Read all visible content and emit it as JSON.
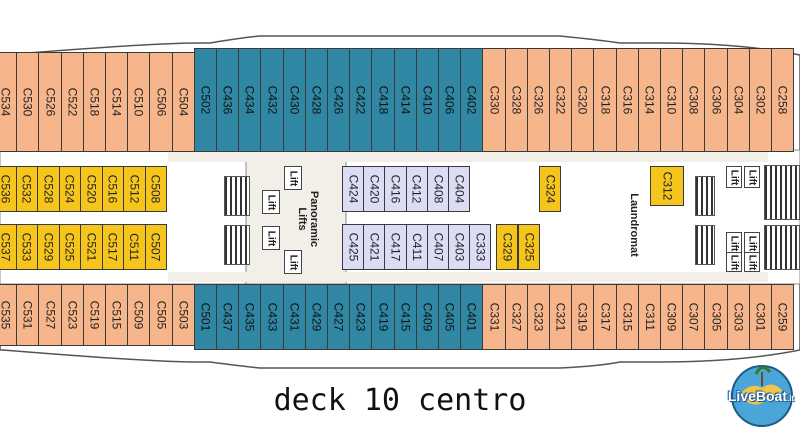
{
  "title": "deck 10 centro",
  "logo": {
    "text": "LiveBoat",
    "suffix": ".it"
  },
  "labels": {
    "panoramic_lifts": "Panoramic Lifts",
    "laundromat": "Laundromat",
    "lift": "Lift"
  },
  "colors": {
    "orange": "#f7b58b",
    "teal": "#2f87a4",
    "yellow": "#f6c51c",
    "lavender": "#dcdcf4"
  },
  "cabins": {
    "top_row": [
      "C534",
      "C530",
      "C526",
      "C522",
      "C518",
      "C514",
      "C510",
      "C506",
      "C504",
      "C502",
      "C436",
      "C434",
      "C432",
      "C430",
      "C428",
      "C426",
      "C422",
      "C418",
      "C414",
      "C410",
      "C406",
      "C402",
      "C330",
      "C328",
      "C326",
      "C322",
      "C320",
      "C318",
      "C316",
      "C314",
      "C310",
      "C308",
      "C306",
      "C304",
      "C302",
      "C258"
    ],
    "bottom_row": [
      "C535",
      "C531",
      "C527",
      "C523",
      "C519",
      "C515",
      "C509",
      "C505",
      "C503",
      "C501",
      "C437",
      "C435",
      "C433",
      "C431",
      "C429",
      "C427",
      "C423",
      "C419",
      "C415",
      "C409",
      "C405",
      "C401",
      "C331",
      "C327",
      "C323",
      "C321",
      "C319",
      "C317",
      "C315",
      "C311",
      "C309",
      "C307",
      "C305",
      "C303",
      "C301",
      "C259"
    ],
    "inner_left_top": [
      "C536",
      "C532",
      "C528",
      "C524",
      "C520",
      "C516",
      "C512",
      "C508"
    ],
    "inner_left_bottom": [
      "C537",
      "C533",
      "C529",
      "C525",
      "C521",
      "C517",
      "C511",
      "C507"
    ],
    "inner_center_top": [
      "C424",
      "C420",
      "C416",
      "C412",
      "C408",
      "C404"
    ],
    "inner_center_bottom": [
      "C425",
      "C421",
      "C417",
      "C411",
      "C407",
      "C403",
      "C333"
    ],
    "inner_right": [
      "C329",
      "C325",
      "C324",
      "C312"
    ]
  }
}
